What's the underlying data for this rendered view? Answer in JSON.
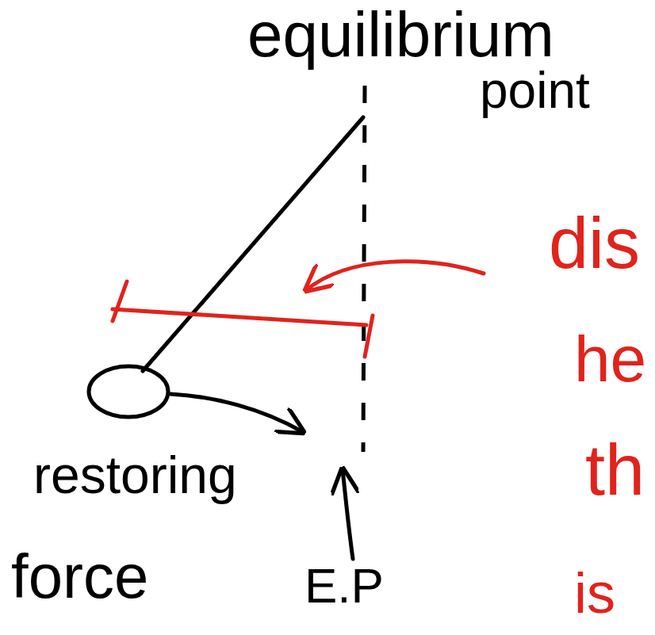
{
  "diagram": {
    "labels": [
      "equilibrium",
      "point",
      "restoring",
      "force",
      "E.P",
      "dis",
      "he",
      "th",
      "is"
    ]
  }
}
